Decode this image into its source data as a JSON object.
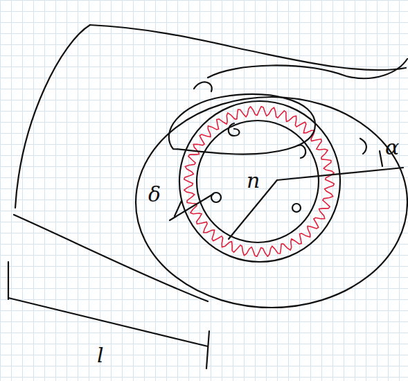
{
  "diagram": {
    "labels": [
      "δ",
      "n",
      "α",
      "l"
    ]
  }
}
